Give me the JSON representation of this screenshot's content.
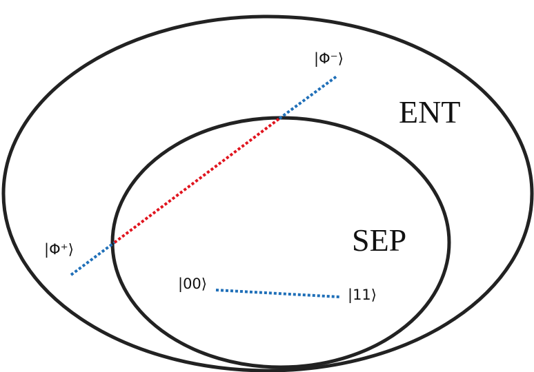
{
  "sets": {
    "outer_label": "ENT",
    "inner_label": "SEP"
  },
  "states": {
    "phi_minus": "|Φ⁻⟩",
    "phi_plus": "|Φ⁺⟩",
    "ket_00": "|00⟩",
    "ket_11": "|11⟩"
  },
  "colors": {
    "outline": "#222222",
    "entangled_line": "#1f6fb8",
    "separable_segment": "#e0141e",
    "text": "#111111"
  }
}
